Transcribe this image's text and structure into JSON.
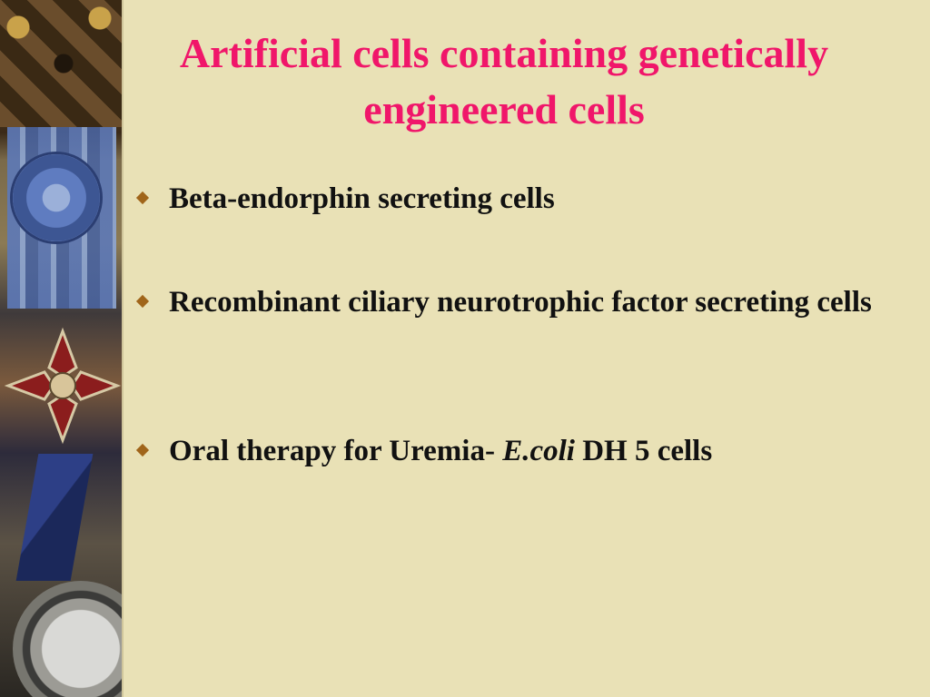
{
  "slide": {
    "title": "Artificial cells containing genetically engineered cells",
    "bullets": [
      {
        "text": "Beta-endorphin secreting cells"
      },
      {
        "text": "Recombinant ciliary neurotrophic factor secreting cells"
      },
      {
        "text_before": "Oral therapy for Uremia- ",
        "text_italic": "E.coli",
        "text_after": " DH 5 cells"
      }
    ]
  },
  "colors": {
    "background": "#e9e1b6",
    "title": "#f0166a",
    "bullet_mark": "#a0651a",
    "body_text": "#111111"
  },
  "icons": {
    "bullet": "diamond-bullet-icon"
  }
}
